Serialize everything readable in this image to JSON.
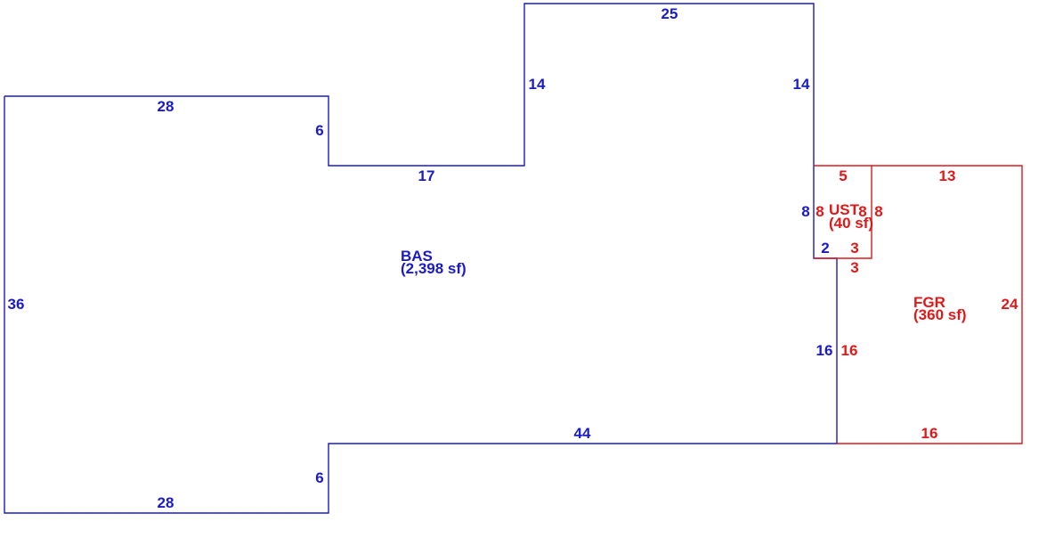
{
  "colors": {
    "bas": "#1a1ac8",
    "garage": "#e01818"
  },
  "areas": [
    {
      "id": "bas",
      "code": "BAS",
      "area": "(2,398 sf)"
    },
    {
      "id": "ust",
      "code": "UST",
      "area": "(40 sf)"
    },
    {
      "id": "fgr",
      "code": "FGR",
      "area": "(360 sf)"
    }
  ],
  "dims": {
    "bas_top_left": "28",
    "bas_step_left": "6",
    "bas_step_top": "17",
    "bas_up_left": "14",
    "bas_top": "25",
    "bas_up_right": "14",
    "bas_west": "36",
    "bas_east_notch": "8",
    "bas_notch_bottom": "2",
    "bas_east_lower": "16",
    "bas_bottom": "44",
    "bas_step_bottom": "6",
    "bas_bottom_left": "28",
    "ust_top": "5",
    "ust_left": "8",
    "ust_right": "8",
    "ust_bottom": "3",
    "fgr_notch": "3",
    "fgr_top": "13",
    "fgr_left_upper": "8",
    "fgr_right": "24",
    "fgr_left": "16",
    "fgr_bottom": "16"
  }
}
